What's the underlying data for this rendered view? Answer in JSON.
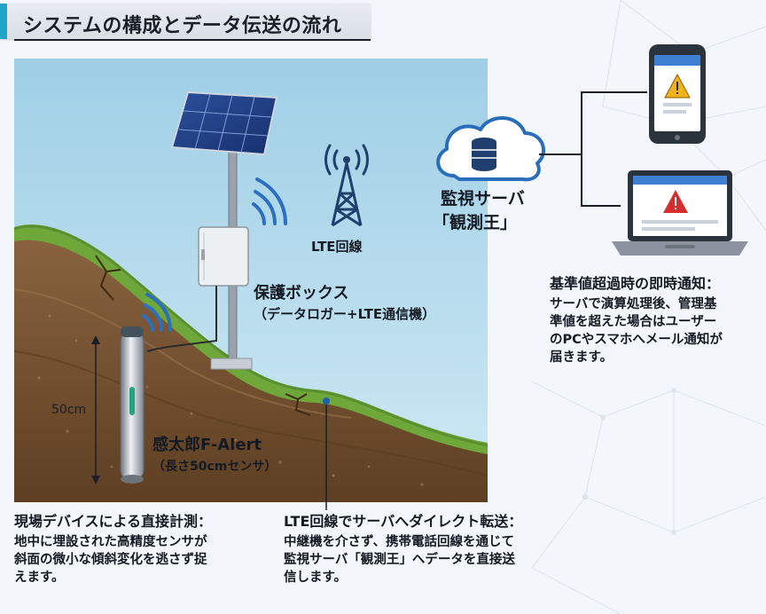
{
  "title": "システムの構成とデータ伝送の流れ",
  "server": {
    "name": "監視サーバ",
    "product": "「観測王」"
  },
  "lte": {
    "label": "LTE回線"
  },
  "box": {
    "label": "保護ボックス",
    "sub": "（データロガー+LTE通信機）"
  },
  "sensor": {
    "name": "感太郎F-Alert",
    "sub": "（長さ50cmセンサ）",
    "height": "50cm"
  },
  "notify": {
    "heading": "基準値超過時の即時通知：",
    "lines": [
      "サーバで演算処理後、管理基",
      "準値を超えた場合はユーザー",
      "のPCやスマホへメール通知が",
      "届きます。"
    ]
  },
  "device": {
    "heading": "現場デバイスによる直接計測：",
    "lines": [
      "地中に埋設された高精度センサが",
      "斜面の微小な傾斜変化を逃さず捉",
      "えます。"
    ]
  },
  "transfer": {
    "heading": "LTE回線でサーバへダイレクト転送：",
    "lines": [
      "中継機を介さず、携帯電話回線を通じて",
      "監視サーバ「観測王」へデータを直接送",
      "信します。"
    ]
  },
  "colors": {
    "accent": "#20a6c9",
    "sky": "#a9d4e8",
    "grass": "#6fa83a",
    "soil": "#7a5634",
    "alert": "#d32f2f",
    "warning": "#f2b21b"
  }
}
